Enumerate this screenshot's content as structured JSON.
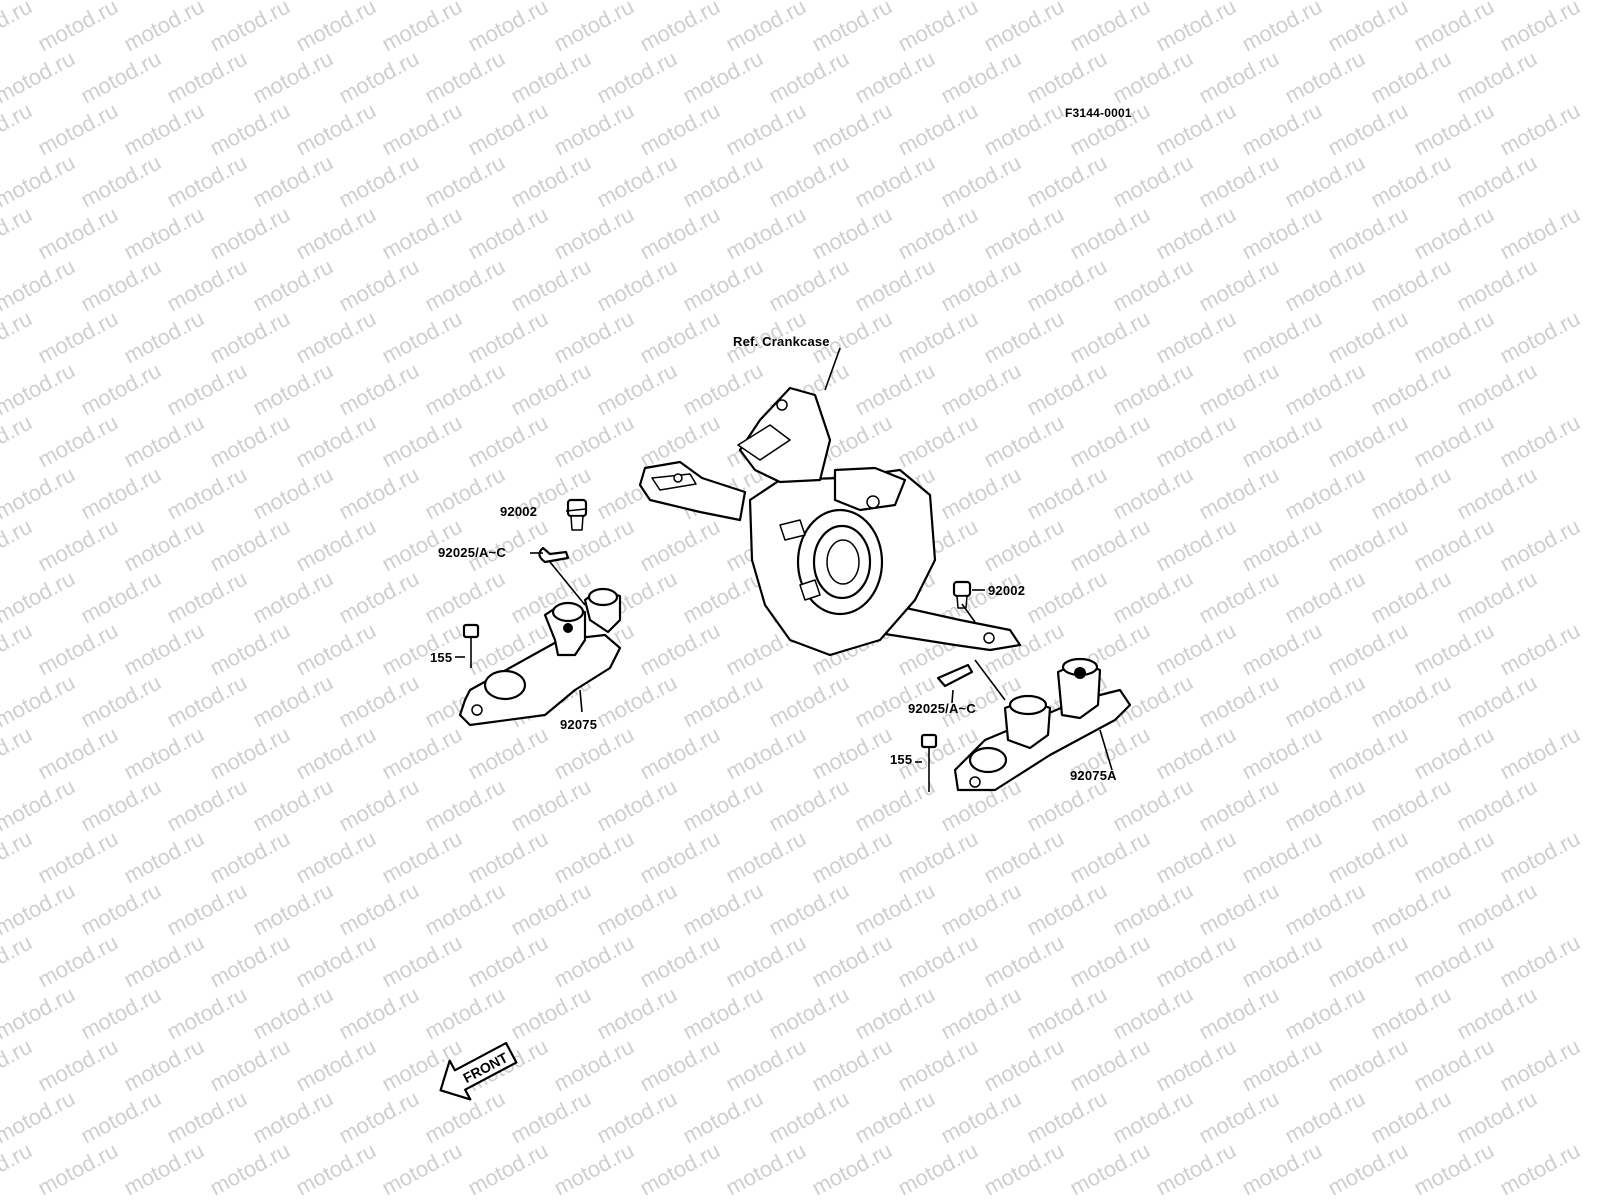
{
  "figure_code": "F3144-0001",
  "watermark": "motod.ru",
  "front_arrow": "FRONT",
  "callouts": {
    "ref_crankcase": "Ref. Crankcase",
    "bolt_left": "92002",
    "stopper_left": "92025/A~C",
    "bolt155_left": "155",
    "mount_left": "92075",
    "bolt_right": "92002",
    "stopper_right": "92025/A~C",
    "bolt155_right": "155",
    "mount_right": "92075A"
  }
}
